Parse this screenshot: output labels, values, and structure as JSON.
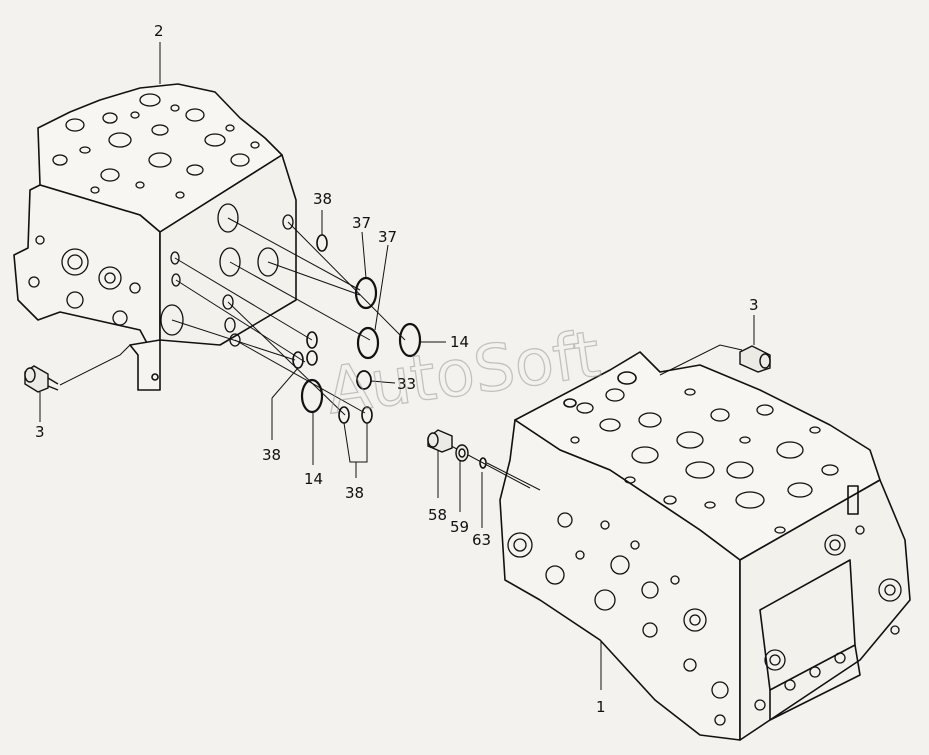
{
  "watermark": "AutoSoft",
  "callouts": {
    "c1": "1",
    "c2": "2",
    "c3_left": "3",
    "c3_right": "3",
    "c14_a": "14",
    "c14_b": "14",
    "c33": "33",
    "c37_a": "37",
    "c37_b": "37",
    "c38_a": "38",
    "c38_b": "38",
    "c38_c": "38",
    "c58": "58",
    "c59": "59",
    "c63": "63"
  }
}
